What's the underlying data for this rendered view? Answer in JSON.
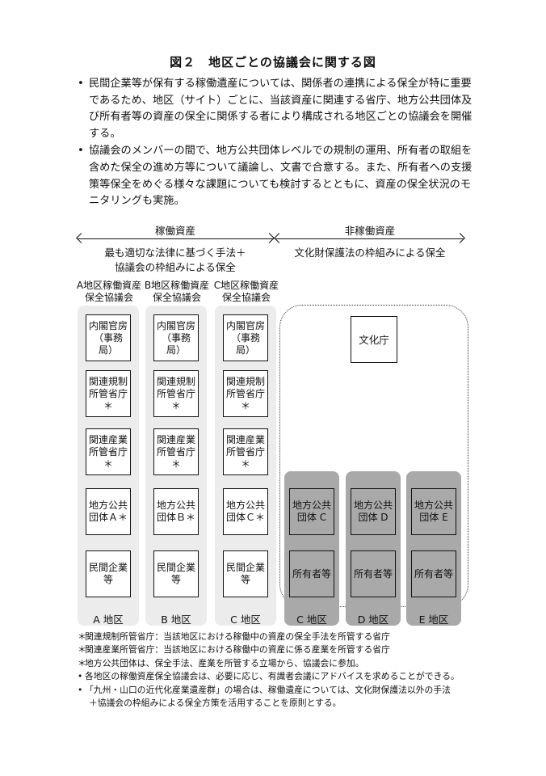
{
  "title": "図２　地区ごとの協議会に関する図",
  "bullets": [
    "民間企業等が保有する稼働遺産については、関係者の連携による保全が特に重要であるため、地区（サイト）ごとに、当該資産に関連する省庁、地方公共団体及び所有者等の資産の保全に関係する者により構成される地区ごとの協議会を開催する。",
    "協議会のメンバーの間で、地方公共団体レベルでの規制の運用、所有者の取組を含めた保全の進め方等について議論し、文書で合意する。また、所有者への支援策等保全をめぐる様々な課題についても検討するとともに、資産の保全状況のモニタリングも実施。"
  ],
  "diagram": {
    "active_label": "稼働資産",
    "inactive_label": "非稼働資産",
    "active_sub": [
      "最も適切な法律に基づく手法＋",
      "協議会の枠組みによる保全"
    ],
    "inactive_sub": "文化財保護法の枠組みによる保全",
    "councils": [
      {
        "title1": "A地区稼働資産",
        "title2": "保全協議会",
        "boxes": [
          [
            "内閣官房",
            "（事務局）"
          ],
          [
            "関連規制",
            "所管省庁",
            "＊"
          ],
          [
            "関連産業",
            "所管省庁",
            "＊"
          ],
          [
            "地方公共",
            "団体Ａ＊"
          ],
          [
            "民間企業",
            "等"
          ]
        ],
        "district": "A 地区"
      },
      {
        "title1": "B地区稼働資産",
        "title2": "保全協議会",
        "boxes": [
          [
            "内閣官房",
            "（事務局）"
          ],
          [
            "関連規制",
            "所管省庁",
            "＊"
          ],
          [
            "関連産業",
            "所管省庁",
            "＊"
          ],
          [
            "地方公共",
            "団体Ｂ＊"
          ],
          [
            "民間企業",
            "等"
          ]
        ],
        "district": "B 地区"
      },
      {
        "title1": "C地区稼働資産",
        "title2": "保全協議会",
        "boxes": [
          [
            "内閣官房",
            "（事務局）"
          ],
          [
            "関連規制",
            "所管省庁",
            "＊"
          ],
          [
            "関連産業",
            "所管省庁",
            "＊"
          ],
          [
            "地方公共",
            "団体Ｃ＊"
          ],
          [
            "民間企業",
            "等"
          ]
        ],
        "district": "C 地区"
      }
    ],
    "agency": "文化庁",
    "inactive_cols": [
      {
        "boxes": [
          [
            "地方公共",
            "団体 C"
          ],
          [
            "所有者等"
          ]
        ],
        "district": "C 地区"
      },
      {
        "boxes": [
          [
            "地方公共",
            "団体 D"
          ],
          [
            "所有者等"
          ]
        ],
        "district": "D 地区"
      },
      {
        "boxes": [
          [
            "地方公共",
            "団体 E"
          ],
          [
            "所有者等"
          ]
        ],
        "district": "E 地区"
      }
    ]
  },
  "notes": [
    {
      "mark": "＊",
      "text": "関連規制所管省庁：当該地区における稼働中の資産の保全手法を所管する省庁"
    },
    {
      "mark": "＊",
      "text": "関連産業所管省庁：当該地区における稼働中の資産に係る産業を所管する省庁"
    },
    {
      "mark": "＊",
      "text": "地方公共団体は、保全手法、産業を所管する立場から、協議会に参加。"
    },
    {
      "mark": "•",
      "text": "各地区の稼働資産保全協議会は、必要に応じ、有識者会議にアドバイスを求めることができる。"
    },
    {
      "mark": "•",
      "text": "「九州・山口の近代化産業遺産群」の場合は、稼働遺産については、文化財保護法以外の手法"
    },
    {
      "mark": "",
      "text": "＋協議会の枠組みによる保全方策を活用することを原則とする。"
    }
  ]
}
